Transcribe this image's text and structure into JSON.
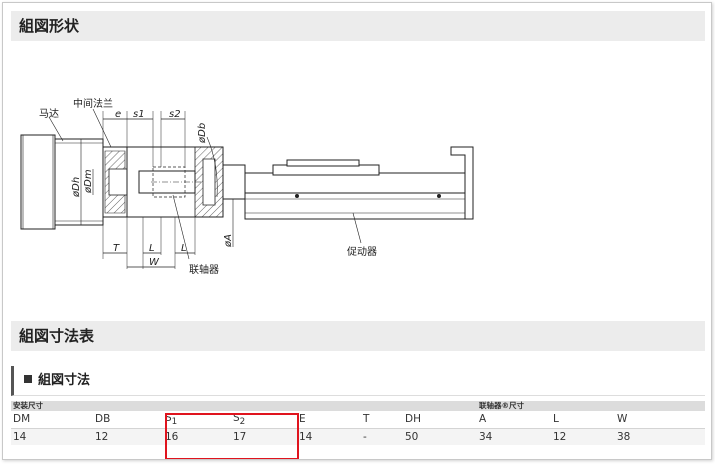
{
  "sections": {
    "assembly_shape_title": "組図形状",
    "dimension_table_title": "組図寸法表",
    "dimension_subtitle": "組図寸法"
  },
  "drawing": {
    "labels": {
      "motor": "马达",
      "mid_flange": "中间法兰",
      "actuator": "促动器",
      "coupling": "联轴器",
      "e": "e",
      "s1": "s1",
      "s2": "s2",
      "phi_Db": "øDb",
      "phi_Dh": "øDh",
      "phi_Dm": "øDm",
      "phi_A": "øA",
      "T": "T",
      "L1": "L",
      "L2": "L",
      "W": "W"
    }
  },
  "table": {
    "group_install": "安装尺寸",
    "group_coupling": "联轴器®尺寸",
    "headers": [
      "DM",
      "DB",
      "S1",
      "S2",
      "E",
      "T",
      "DH",
      "A",
      "L",
      "W"
    ],
    "s1_base": "S",
    "s1_sub": "1",
    "s2_base": "S",
    "s2_sub": "2",
    "values": [
      "14",
      "12",
      "16",
      "17",
      "14",
      "-",
      "50",
      "34",
      "12",
      "38"
    ]
  },
  "highlight_color": "#e0141e"
}
